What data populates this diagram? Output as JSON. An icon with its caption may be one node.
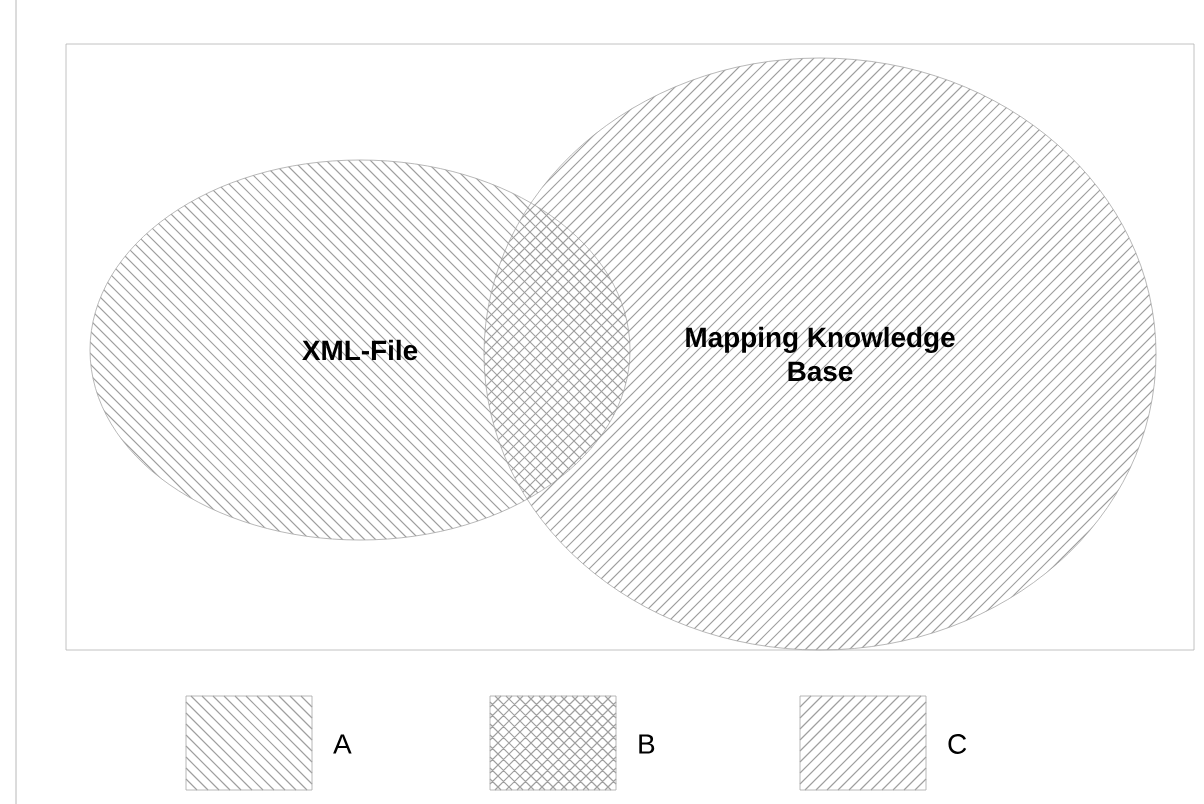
{
  "diagram": {
    "nodes": [
      {
        "text": [
          "XML-File"
        ]
      },
      {
        "text": [
          "Mapping Knowledge Base"
        ]
      }
    ],
    "legend": [
      {
        "text": "A"
      },
      {
        "text": "B"
      },
      {
        "text": "C"
      }
    ]
  }
}
